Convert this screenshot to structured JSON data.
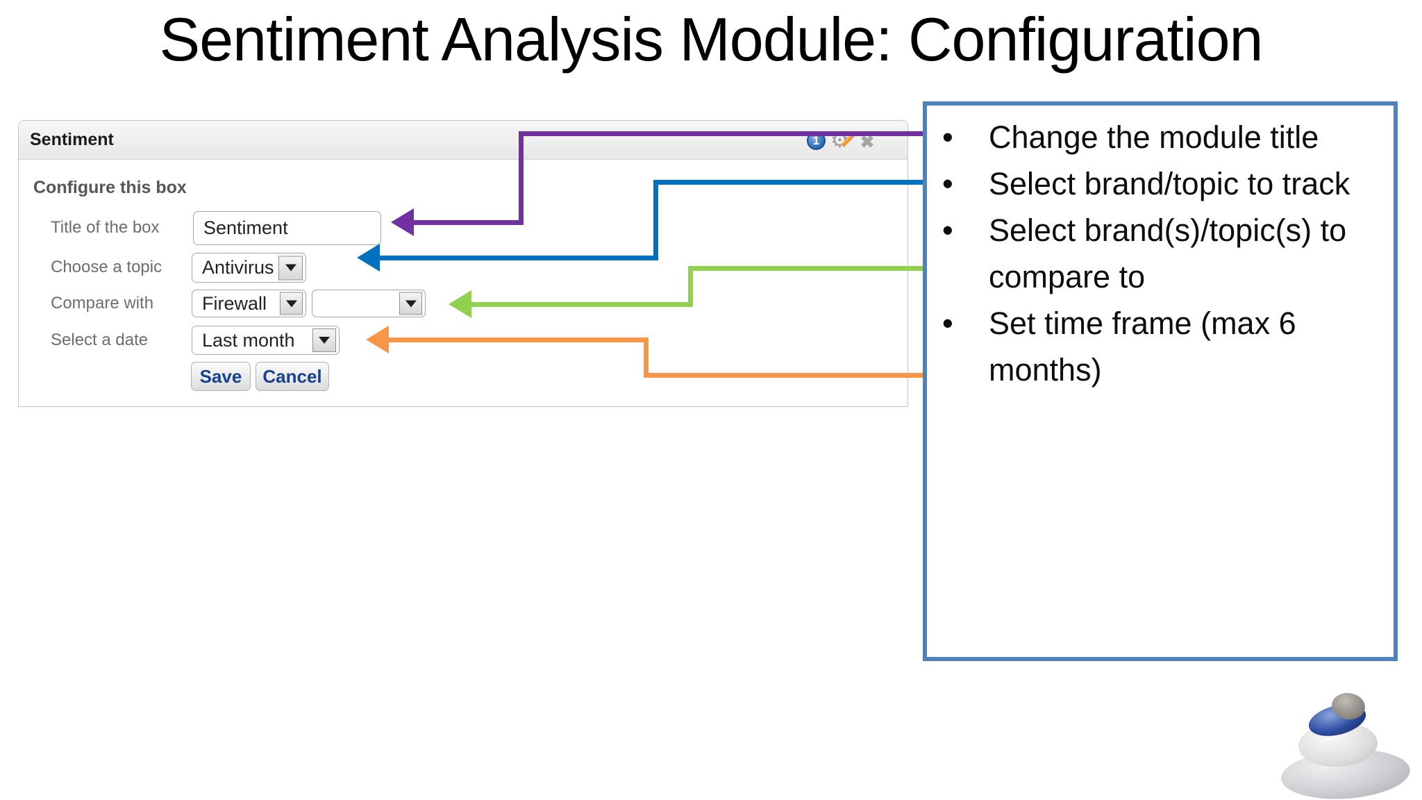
{
  "slide": {
    "title": "Sentiment Analysis Module: Configuration"
  },
  "widget": {
    "header": {
      "title": "Sentiment",
      "info_icon_glyph": "1",
      "close_icon_glyph": "✖",
      "gear_icon_glyph": "⚙"
    },
    "section_heading": "Configure this box",
    "fields": [
      {
        "label": "Title of the box",
        "type": "text",
        "value": "Sentiment"
      },
      {
        "label": "Choose a topic",
        "type": "select",
        "value": "Antivirus"
      },
      {
        "label": "Compare with",
        "type": "select",
        "value": "Firewall",
        "second_value": ""
      },
      {
        "label": "Select a date",
        "type": "select",
        "value": "Last month"
      }
    ],
    "buttons": {
      "save": "Save",
      "cancel": "Cancel"
    }
  },
  "annotation": {
    "border_color": "#4f81bd",
    "bullets": [
      "Change the module title",
      "Select brand/topic to track",
      "Select brand(s)/topic(s) to compare to",
      "Set time frame (max 6 months)"
    ],
    "arrows": [
      {
        "name": "module-title-arrow",
        "color": "#7030a0"
      },
      {
        "name": "topic-arrow",
        "color": "#0070c0"
      },
      {
        "name": "compare-arrow",
        "color": "#92d050"
      },
      {
        "name": "date-arrow",
        "color": "#f79646"
      }
    ]
  },
  "footer_logo": "pebble-stack-logo"
}
